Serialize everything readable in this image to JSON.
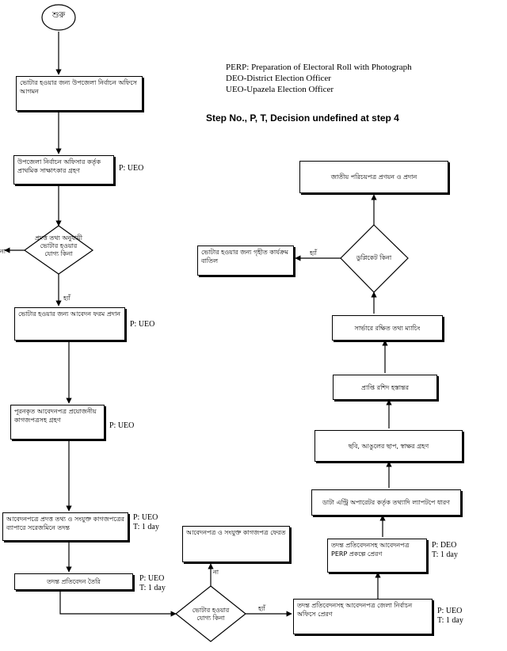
{
  "legend": {
    "line1": "PERP: Preparation of Electoral Roll with Photograph",
    "line2": "DEO-District Election Officer",
    "line3": "UEO-Upazela Election Officer"
  },
  "heading": "Step No., P, T, Decision undefined at step 4",
  "nodes": {
    "start": "শুরু",
    "s1": "ভোটার হওয়ার জন্য উপজেলা নির্বাচন অফিসে আগমন",
    "s2": "উপজেলা নির্বাচন অফিসার কর্তৃক প্রাথমিক সাক্ষাৎকার গ্রহণ",
    "d1": "প্রদত্ত তথ্য অনুযায়ী ভোটার হওয়ার যোগ্য কিনা",
    "s3": "ভোটার হওয়ার জন্য আবেদন ফরম প্রদান",
    "s4": "পূরনকৃত আবেদনপত্র প্রয়োজনীয় কাগজপত্রসহ গ্রহণ",
    "s5": "আবেদনপত্রে প্রদত্ত তথ্য ও সংযুক্ত কাগজপত্রের ব্যাপারে সরেজমিনে তদন্ত",
    "s6": "তদন্ত প্রতিবেদন তৈরি",
    "d2": "ভোটার হওয়ার যোগ্য কিনা",
    "r1": "আবেদনপত্র ও সংযুক্ত কাগজপত্র ফেরত",
    "s7": "তদন্ত প্রতিবেদনসহ আবেদনপত্র জেলা নির্বাচন অফিসে প্রেরণ",
    "s8": "তদন্ত প্রতিবেদনসহ আবেদনপত্র PERP প্রকল্পে প্রেরণ",
    "s9": "ডাটা এন্ট্রি অপারেটর কর্তৃক তথ্যাদি ল্যাপটপে ধারণ",
    "s10": "ছবি, আঙুলের ছাপ, স্বাক্ষর গ্রহণ",
    "s11": "প্রাপ্তি রশিদ হস্তান্তর",
    "s12": "সার্ভারে রক্ষিত তথ্য ম্যাচিং",
    "d3": "ডুপ্লিকেট কিনা",
    "r2": "ভোটার হওয়ার জন্য গৃহীত কার্যক্রম বাতিল",
    "s13": "জাতীয় পরিচয়পত্র প্রণয়ন ও প্রদান"
  },
  "labels": {
    "s2": "P: UEO",
    "s3": "P: UEO",
    "s4": "P: UEO",
    "s5": "P: UEO\nT: 1 day",
    "s6": "P: UEO\nT: 1 day",
    "s7": "P: UEO\nT: 1 day",
    "s8": "P: DEO\nT: 1 day"
  },
  "edges": {
    "no": "না",
    "yes": "হ্যাঁ"
  }
}
